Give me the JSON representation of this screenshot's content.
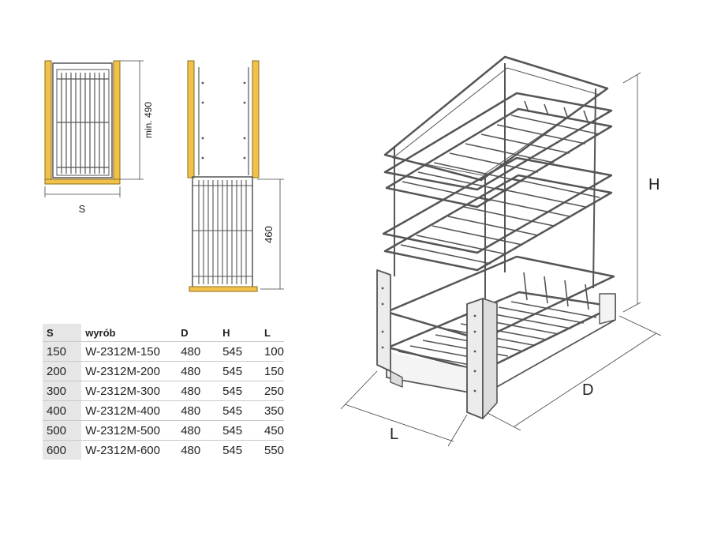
{
  "drawing": {
    "dim_s": "S",
    "dim_min490": "min. 490",
    "dim_460": "460",
    "dim_h": "H",
    "dim_d": "D",
    "dim_l": "L"
  },
  "colors": {
    "frame_yellow": "#f2c14a",
    "frame_outline": "#8a6d1d",
    "wire": "#555555",
    "table_shade": "#e6e6e6",
    "rule": "#c9c9c9"
  },
  "table": {
    "headers": [
      "S",
      "wyrób",
      "D",
      "H",
      "L"
    ],
    "rows": [
      [
        "150",
        "W-2312M-150",
        "480",
        "545",
        "100"
      ],
      [
        "200",
        "W-2312M-200",
        "480",
        "545",
        "150"
      ],
      [
        "300",
        "W-2312M-300",
        "480",
        "545",
        "250"
      ],
      [
        "400",
        "W-2312M-400",
        "480",
        "545",
        "350"
      ],
      [
        "500",
        "W-2312M-500",
        "480",
        "545",
        "450"
      ],
      [
        "600",
        "W-2312M-600",
        "480",
        "545",
        "550"
      ]
    ]
  }
}
